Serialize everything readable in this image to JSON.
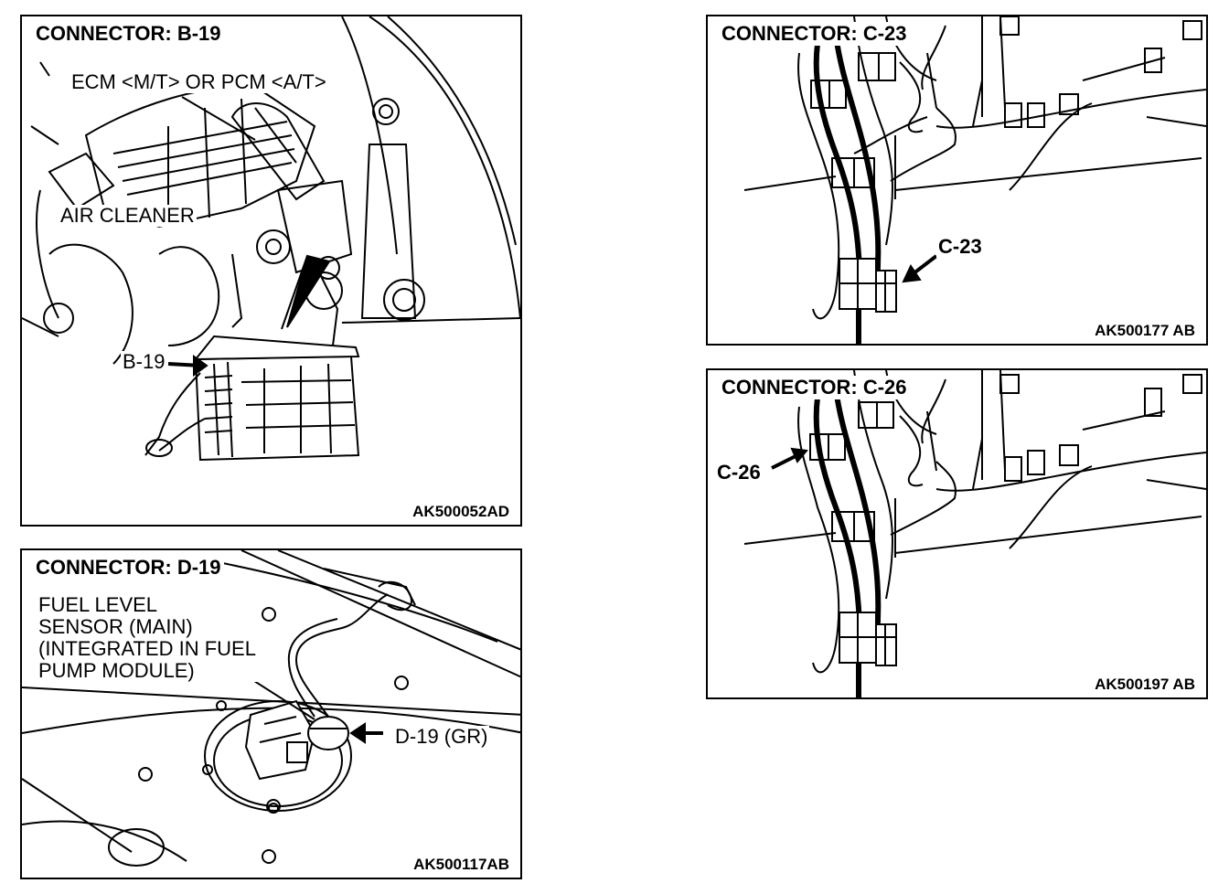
{
  "panels": {
    "b19": {
      "title": "CONNECTOR: B-19",
      "code": "AK500052AD",
      "labels": {
        "ecm": "ECM <M/T> OR PCM <A/T>",
        "air_cleaner": "AIR CLEANER",
        "connector": "B-19"
      }
    },
    "d19": {
      "title": "CONNECTOR: D-19",
      "code": "AK500117AB",
      "labels": {
        "sensor_lines": [
          "FUEL LEVEL",
          "SENSOR (MAIN)",
          "(INTEGRATED IN FUEL",
          "PUMP MODULE)"
        ],
        "connector": "D-19 (GR)"
      }
    },
    "c23": {
      "title": "CONNECTOR: C-23",
      "code": "AK500177 AB",
      "labels": {
        "connector": "C-23"
      }
    },
    "c26": {
      "title": "CONNECTOR: C-26",
      "code": "AK500197 AB",
      "labels": {
        "connector": "C-26"
      }
    }
  }
}
